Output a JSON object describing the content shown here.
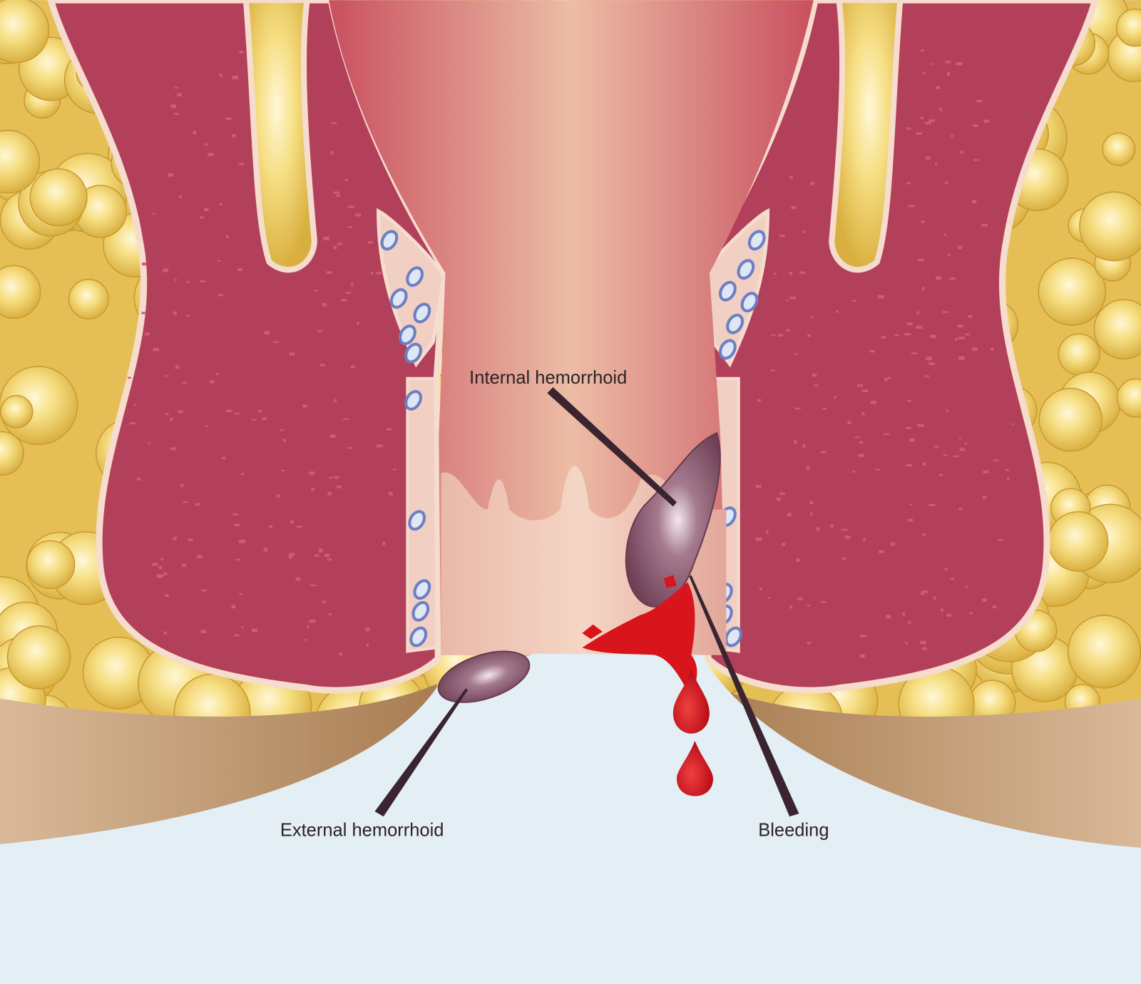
{
  "labels": {
    "internal": "Internal hemorrhoid",
    "external": "External hemorrhoid",
    "bleeding": "Bleeding"
  },
  "colors": {
    "fat": "#f3d26a",
    "muscle": "#b3405a",
    "membrane": "#f5dccd",
    "canal_edge": "#cf5f6d",
    "canal_center": "#ecbda6",
    "hemorrhoid": "#8c5a72",
    "blood": "#d8141c",
    "skin": "#c9a27a",
    "background": "#e4eef5",
    "pointer": "#3a2430"
  }
}
